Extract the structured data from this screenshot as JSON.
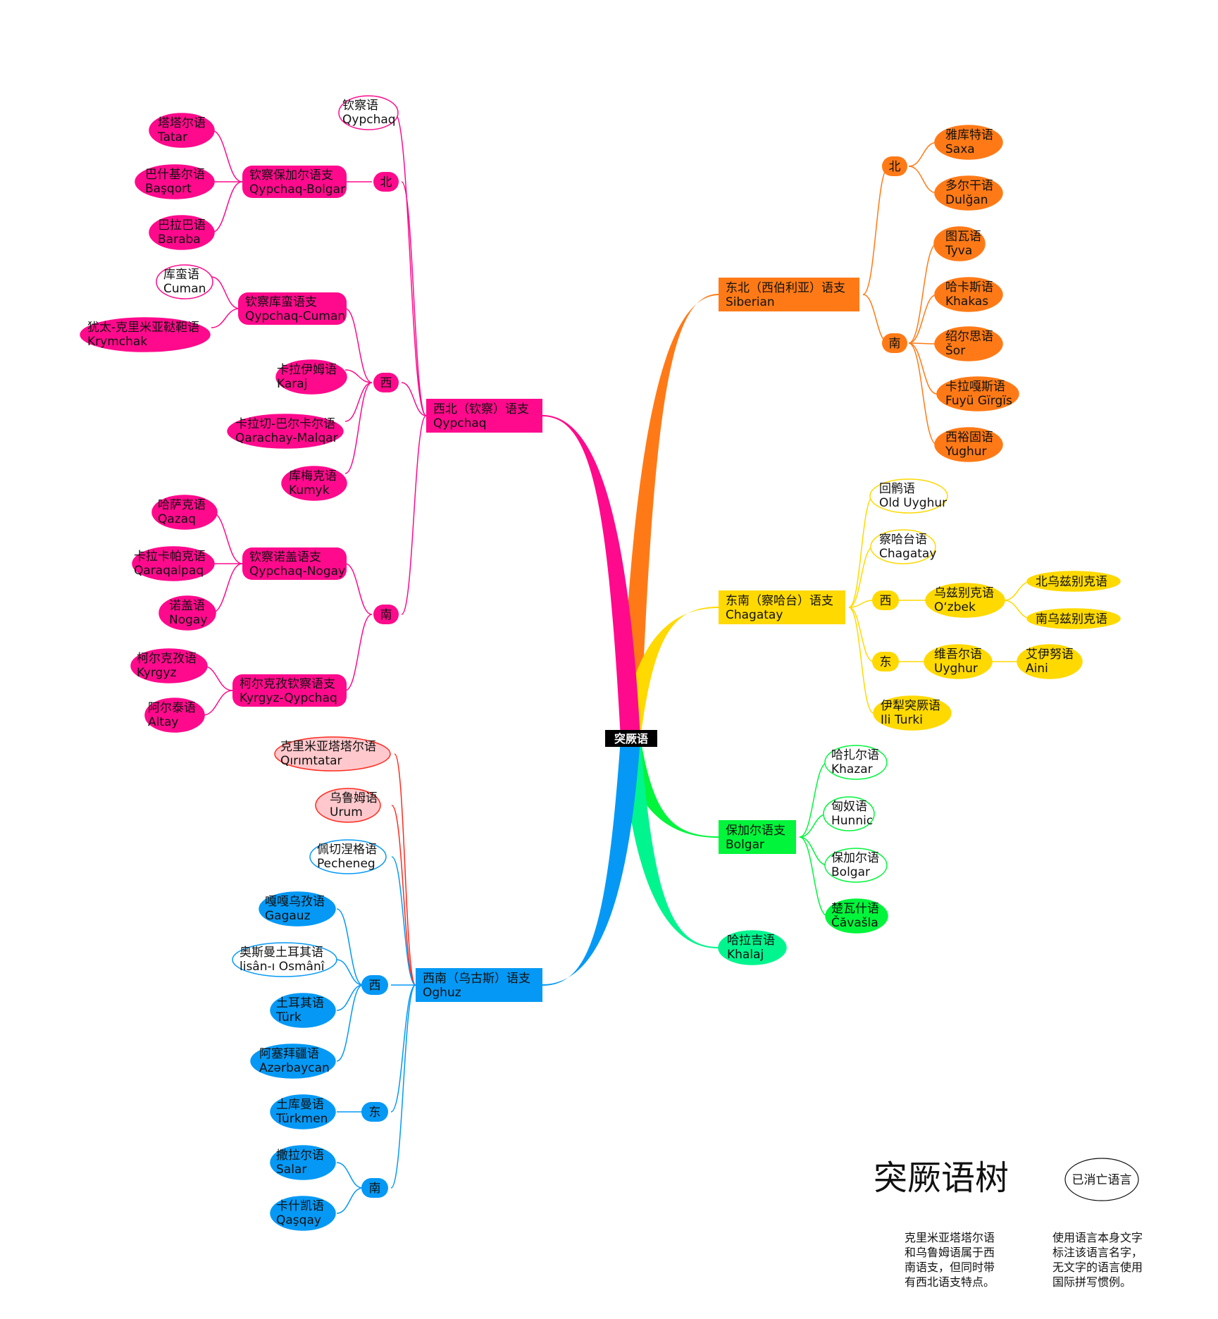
{
  "title": "突厥语树",
  "legend": {
    "label": "已消亡语言"
  },
  "notes": [
    [
      "克里米亚塔塔尔语",
      "和乌鲁姆语属于西",
      "南语支，但同时带",
      "有西北语支特点。"
    ],
    [
      "使用语言本身文字",
      "标注该语言名字，",
      "无文字的语言使用",
      "国际拼写惯例。"
    ]
  ],
  "colors": {
    "qypchaq": "#ff0a8c",
    "siberian": "#ff7a17",
    "chagatay": "#ffd900",
    "bolgar": "#00f53b",
    "khalaj": "#00f58e",
    "oghuz": "#0599f5",
    "crimean": "#ff2a1f",
    "pink_light": "#ffc8cc"
  },
  "root": {
    "label": "突厥语"
  },
  "branches": {
    "qypchaq": {
      "label": [
        "西北（钦察）语支",
        "Qypchaq"
      ],
      "extinct": [
        "钦察语",
        "Qypchaq"
      ],
      "north": {
        "dir": "北",
        "group": [
          "钦察保加尔语支",
          "Qypchaq-Bolgar"
        ],
        "langs": [
          [
            "塔塔尔语",
            "Tatar"
          ],
          [
            "巴什基尔语",
            "Başqort"
          ],
          [
            "巴拉巴语",
            "Baraba"
          ]
        ]
      },
      "west": {
        "dir": "西",
        "group": [
          "钦察库蛮语支",
          "Qypchaq-Cuman"
        ],
        "group_langs": [
          [
            "库蛮语",
            "Cuman"
          ],
          [
            "犹太-克里米亚鞑靼语",
            "Krymchak"
          ]
        ],
        "langs": [
          [
            "卡拉伊姆语",
            "Karaj"
          ],
          [
            "卡拉切-巴尔卡尔语",
            "Qarachay-Malqar"
          ],
          [
            "库梅克语",
            "Kumyk"
          ]
        ]
      },
      "south": {
        "dir": "南",
        "nogay_group": [
          "钦察诺盖语支",
          "Qypchaq-Nogay"
        ],
        "nogay_langs": [
          [
            "哈萨克语",
            "Qazaq"
          ],
          [
            "卡拉卡帕克语",
            "Qaraqalpaq"
          ],
          [
            "诺盖语",
            "Nogay"
          ]
        ],
        "kyrgyz_group": [
          "柯尔克孜钦察语支",
          "Kyrgyz-Qypchaq"
        ],
        "kyrgyz_langs": [
          [
            "柯尔克孜语",
            "Kyrgyz"
          ],
          [
            "阿尔泰语",
            "Altay"
          ]
        ]
      }
    },
    "siberian": {
      "label": [
        "东北（西伯利亚）语支",
        "Siberian"
      ],
      "north": {
        "dir": "北",
        "langs": [
          [
            "雅库特语",
            "Saxa"
          ],
          [
            "多尔干语",
            "Dulğan"
          ]
        ]
      },
      "south": {
        "dir": "南",
        "langs": [
          [
            "图瓦语",
            "Tyva"
          ],
          [
            "哈卡斯语",
            "Khakas"
          ],
          [
            "绍尔思语",
            "Šor"
          ],
          [
            "卡拉嘎斯语",
            "Fuyü Gïrgïs"
          ],
          [
            "西裕固语",
            "Yughur"
          ]
        ]
      }
    },
    "chagatay": {
      "label": [
        "东南（察哈台）语支",
        "Chagatay"
      ],
      "extinct": [
        [
          "回鹘语",
          "Old Uyghur"
        ],
        [
          "察哈台语",
          "Chagatay"
        ]
      ],
      "west": {
        "dir": "西",
        "lang": [
          "乌兹别克语",
          "O‘zbek"
        ],
        "sub": [
          "北乌兹别克语",
          "南乌兹别克语"
        ]
      },
      "east": {
        "dir": "东",
        "lang": [
          "维吾尔语",
          "Uyghur"
        ],
        "sub": [
          "艾伊努语",
          "Aini"
        ]
      },
      "ili": [
        "伊犁突厥语",
        "Ili Turki"
      ]
    },
    "bolgar": {
      "label": [
        "保加尔语支",
        "Bolgar"
      ],
      "extinct": [
        [
          "哈扎尔语",
          "Khazar"
        ],
        [
          "匈奴语",
          "Hunnic"
        ],
        [
          "保加尔语",
          "Bolgar"
        ]
      ],
      "living": [
        "楚瓦什语",
        "Čăvašla"
      ]
    },
    "khalaj": {
      "label": [
        "哈拉吉语",
        "Khalaj"
      ]
    },
    "oghuz": {
      "label": [
        "西南（乌古斯）语支",
        "Oghuz"
      ],
      "crimean": [
        [
          "克里米亚塔塔尔语",
          "Qırımtatar"
        ],
        [
          "乌鲁姆语",
          "Urum"
        ]
      ],
      "extinct": [
        "佩切涅格语",
        "Pecheneg"
      ],
      "west": {
        "dir": "西",
        "langs": [
          [
            "嘎嘎乌孜语",
            "Gagauz"
          ],
          [
            "奥斯曼土耳其语",
            "lisân-ı Osmânî"
          ],
          [
            "土耳其语",
            "Türk"
          ],
          [
            "阿塞拜疆语",
            "Azərbaycan"
          ]
        ]
      },
      "east": {
        "dir": "东",
        "langs": [
          [
            "土库曼语",
            "Türkmen"
          ]
        ]
      },
      "south": {
        "dir": "南",
        "langs": [
          [
            "撒拉尔语",
            "Salar"
          ],
          [
            "卡什凯语",
            "Qaşqay"
          ]
        ]
      }
    }
  }
}
